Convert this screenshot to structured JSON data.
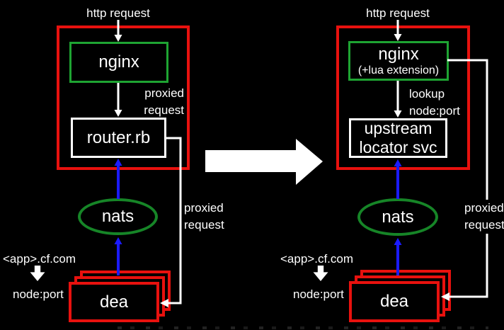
{
  "diagram": {
    "left_panel": {
      "http_request_label": "http request",
      "nginx_label": "nginx",
      "proxied_request_top": {
        "line1": "proxied",
        "line2": "request"
      },
      "router_label": "router.rb",
      "nats_label": "nats",
      "proxied_request_side": {
        "line1": "proxied",
        "line2": "request"
      },
      "app_domain_label": "<app>.cf.com",
      "node_port_label": "node:port",
      "dea_label": "dea"
    },
    "right_panel": {
      "http_request_label": "http request",
      "nginx_label": "nginx",
      "nginx_sublabel": "(+lua extension)",
      "lookup_label": {
        "line1": "lookup",
        "line2": "node:port"
      },
      "upstream_label": {
        "line1": "upstream",
        "line2": "locator svc"
      },
      "nats_label": "nats",
      "proxied_request_side": {
        "line1": "proxied",
        "line2": "request"
      },
      "app_domain_label": "<app>.cf.com",
      "node_port_label": "node:port",
      "dea_label": "dea"
    },
    "icons": {
      "transition_arrow": "right-block-arrow",
      "app_to_port_arrow": "down-arrow"
    },
    "colors": {
      "background": "#000000",
      "red": "#e8110e",
      "green_nginx": "#1ea432",
      "green_nats": "#168527",
      "blue": "#1b1bff",
      "white": "#ffffff"
    }
  }
}
